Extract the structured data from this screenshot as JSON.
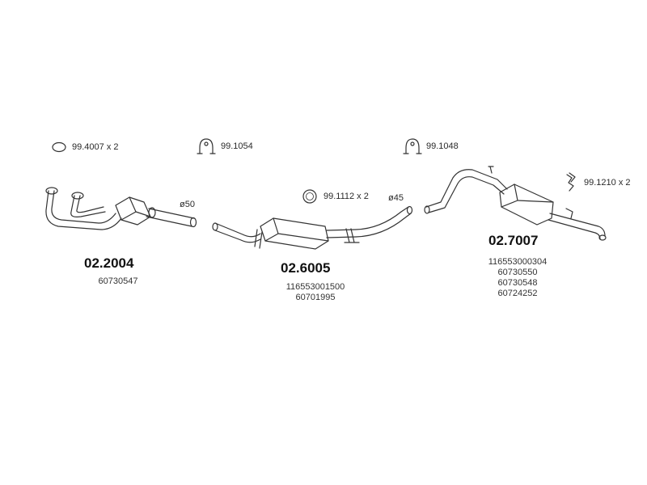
{
  "fittings": [
    {
      "id": "ring",
      "label": "99.4007 x 2"
    },
    {
      "id": "clamp_a",
      "label": "99.1054"
    },
    {
      "id": "clamp_b",
      "label": "99.1048"
    },
    {
      "id": "ring_mid",
      "label": "99.1112 x 2"
    },
    {
      "id": "bracket",
      "label": "99.1210 x 2"
    }
  ],
  "diameters": [
    {
      "label": "ø50"
    },
    {
      "label": "ø45"
    }
  ],
  "parts": [
    {
      "code": "02.2004",
      "refs": [
        "60730547"
      ]
    },
    {
      "code": "02.6005",
      "refs": [
        "116553001500",
        "60701995"
      ]
    },
    {
      "code": "02.7007",
      "refs": [
        "116553000304",
        "60730550",
        "60730548",
        "60724252"
      ]
    }
  ]
}
